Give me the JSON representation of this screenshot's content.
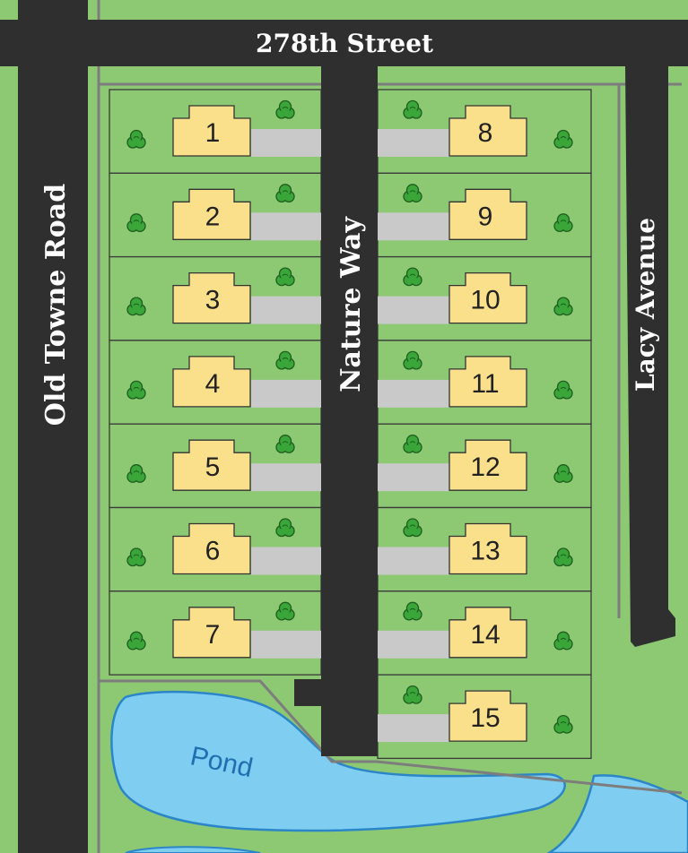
{
  "map": {
    "roads": {
      "top": "278th Street",
      "left": "Old Towne Road",
      "middle": "Nature Way",
      "right": "Lacy Avenue"
    },
    "pond_label": "Pond",
    "lots": {
      "west": [
        {
          "number": "1"
        },
        {
          "number": "2"
        },
        {
          "number": "3"
        },
        {
          "number": "4"
        },
        {
          "number": "5"
        },
        {
          "number": "6"
        },
        {
          "number": "7"
        }
      ],
      "east": [
        {
          "number": "8"
        },
        {
          "number": "9"
        },
        {
          "number": "10"
        },
        {
          "number": "11"
        },
        {
          "number": "12"
        },
        {
          "number": "13"
        },
        {
          "number": "14"
        },
        {
          "number": "15"
        }
      ]
    }
  },
  "colors": {
    "grass": "#8dc873",
    "road": "#2f2f2f",
    "house": "#fbe08c",
    "driveway": "#c9c9c9",
    "pond": "#7fcdf0",
    "pond_edge": "#2a86c8",
    "lot_border": "#3a3a3a",
    "tree": "#3aa63a"
  },
  "icons": {
    "tree": "tree-icon"
  }
}
